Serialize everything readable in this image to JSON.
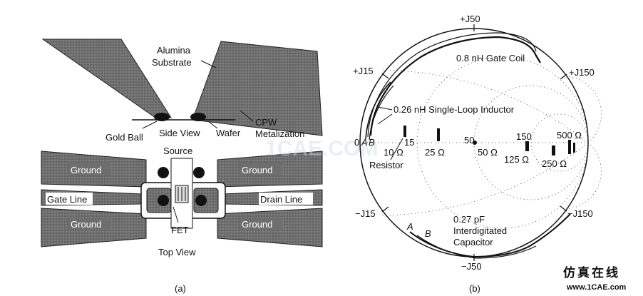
{
  "panel_a": {
    "caption": "(a)",
    "side_view": {
      "title": "Side View",
      "alumina_line1": "Alumina",
      "alumina_line2": "Substrate",
      "gold_ball": "Gold Ball",
      "wafer": "Wafer",
      "cpw_line1": "CPW",
      "cpw_line2": "Metalization"
    },
    "top_view": {
      "title": "Top View",
      "source": "Source",
      "ground_tl": "Ground",
      "ground_tr": "Ground",
      "ground_bl": "Ground",
      "ground_br": "Ground",
      "gate_line": "Gate Line",
      "drain_line": "Drain Line",
      "fet": "FET"
    }
  },
  "panel_b": {
    "caption": "(b)",
    "axis": {
      "top": "+J50",
      "bottom": "−J50",
      "upper_left": "+J15",
      "upper_right": "+J150",
      "lower_left": "−J15",
      "lower_right": "−J150",
      "left_zero": "0",
      "center_50": "50"
    },
    "annotations": {
      "gate_coil": "0.8 nH Gate Coil",
      "loop_inductor": "0.26 nH Single-Loop Inductor",
      "capacitor_line1": "0.27 pF",
      "capacitor_line2": "Interdigitated",
      "capacitor_line3": "Capacitor",
      "resistor": "Resistor",
      "point_a_top": "A",
      "point_b_top": "B",
      "point_a_bottom": "A",
      "point_b_bottom": "B"
    },
    "resistor_labels": {
      "r15": "15",
      "r10": "10 Ω",
      "r25": "25 Ω",
      "r50": "50 Ω",
      "r150": "150",
      "r125": "125 Ω",
      "r250": "250 Ω",
      "r500": "500 Ω"
    }
  },
  "watermark": {
    "mid": "1CAE.COM",
    "brand_cn": "仿真在线",
    "brand_url": "www.1CAE.com"
  },
  "colors": {
    "substrate": "#6f6f6f",
    "metal_fill": "#777777",
    "trace": "#111111",
    "brand": "#2a8fd0"
  }
}
